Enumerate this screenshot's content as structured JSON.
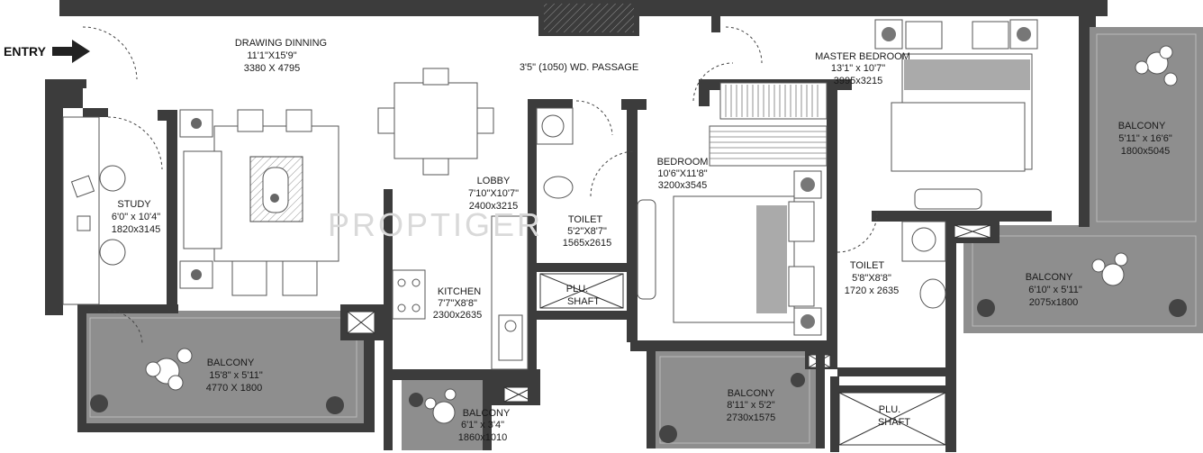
{
  "entry": "ENTRY",
  "watermark": "PROPTIGER",
  "rooms": {
    "drawing": {
      "name": "DRAWING DINNING",
      "imperial": "11'1\"X15'9\"",
      "metric": "3380 X 4795"
    },
    "passage": {
      "name": "3'5\" (1050) WD. PASSAGE"
    },
    "master": {
      "name": "MASTER BEDROOM",
      "imperial": "13'1\" x 10'7\"",
      "metric": "3995x3215"
    },
    "study": {
      "name": "STUDY",
      "imperial": "6'0\" x 10'4\"",
      "metric": "1820x3145"
    },
    "lobby": {
      "name": "LOBBY",
      "imperial": "7'10\"X10'7\"",
      "metric": "2400x3215"
    },
    "toilet1": {
      "name": "TOILET",
      "imperial": "5'2\"X8'7\"",
      "metric": "1565x2615"
    },
    "bedroom": {
      "name": "BEDROOM",
      "imperial": "10'6\"X11'8\"",
      "metric": "3200x3545"
    },
    "toilet2": {
      "name": "TOILET",
      "imperial": "5'8\"X8'8\"",
      "metric": "1720 x 2635"
    },
    "kitchen": {
      "name": "KITCHEN",
      "imperial": "7'7\"X8'8\"",
      "metric": "2300x2635"
    },
    "plu1": {
      "line1": "PLU.",
      "line2": "SHAFT"
    },
    "plu2": {
      "line1": "PLU.",
      "line2": "SHAFT"
    },
    "balcony_right_top": {
      "name": "BALCONY",
      "imperial": "5'11\" x 16'6\"",
      "metric": "1800x5045"
    },
    "balcony_right_bottom": {
      "name": "BALCONY",
      "imperial": "6'10\" x 5'11\"",
      "metric": "2075x1800"
    },
    "balcony_left": {
      "name": "BALCONY",
      "imperial": "15'8\" x 5'11\"",
      "metric": "4770 X 1800"
    },
    "balcony_kitchen": {
      "name": "BALCONY",
      "imperial": "6'1\" x 3'4\"",
      "metric": "1860x1010"
    },
    "balcony_bedroom": {
      "name": "BALCONY",
      "imperial": "8'11\" x 5'2\"",
      "metric": "2730x1575"
    }
  }
}
